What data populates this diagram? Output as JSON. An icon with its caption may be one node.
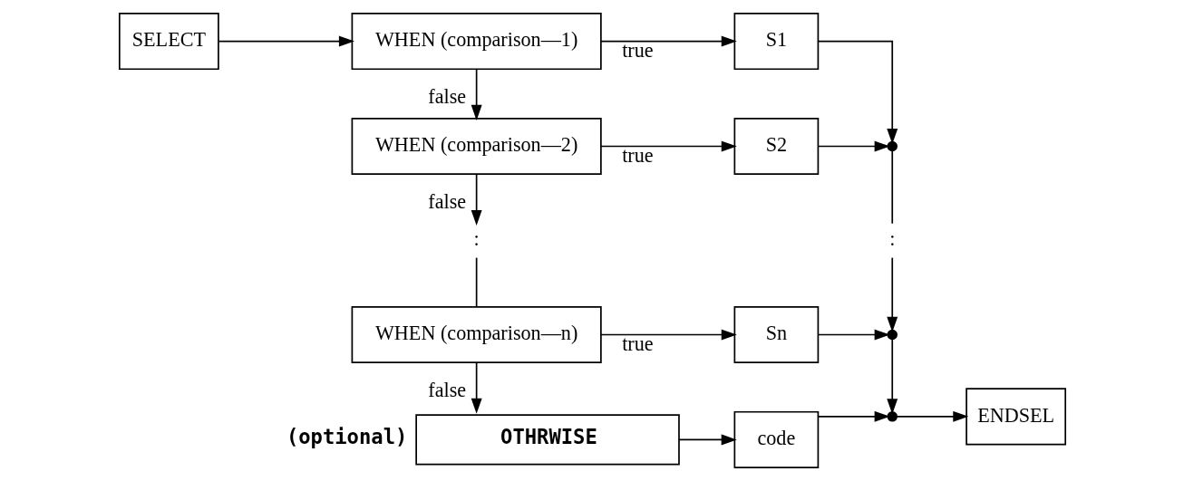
{
  "diagram": {
    "nodes": [
      {
        "text": [
          "SELECT"
        ]
      },
      {
        "text": [
          "WHEN (comparison—1)"
        ]
      },
      {
        "text": [
          "S1"
        ]
      },
      {
        "text": [
          "WHEN (comparison—2)"
        ]
      },
      {
        "text": [
          "S2"
        ]
      },
      {
        "text": [],
        "shape": "circle"
      },
      {
        "text": [
          ":"
        ]
      },
      {
        "text": [
          "WHEN (comparison—n)"
        ]
      },
      {
        "text": [
          "Sn"
        ]
      },
      {
        "text": [
          ":"
        ]
      },
      {
        "text": [],
        "shape": "circle"
      },
      {
        "text": [
          "OTHRWISE"
        ],
        "beside": [
          "(optional)"
        ]
      },
      {
        "text": [
          "code"
        ]
      },
      {
        "text": [],
        "shape": "circle"
      },
      {
        "text": [
          "ENDSEL"
        ]
      }
    ],
    "edges": [
      {
        "from": 0,
        "to": 1,
        "arrow": "to"
      },
      {
        "from": 1,
        "to": 2,
        "arrow": "to",
        "label": "true"
      },
      {
        "from": 2,
        "to": 5,
        "arrow": "to"
      },
      {
        "from": 1,
        "to": 3,
        "arrow": "to",
        "label": "false"
      },
      {
        "from": 3,
        "to": 4,
        "arrow": "to",
        "label": "true"
      },
      {
        "from": 4,
        "to": 5,
        "arrow": "to"
      },
      {
        "from": 3,
        "to": 6,
        "arrow": "to",
        "label": "false"
      },
      {
        "from": 6,
        "to": 7,
        "arrow": "none"
      },
      {
        "from": 5,
        "to": 9,
        "arrow": "none"
      },
      {
        "from": 9,
        "to": 10,
        "arrow": "to"
      },
      {
        "from": 7,
        "to": 8,
        "arrow": "to",
        "label": "true"
      },
      {
        "from": 8,
        "to": 10,
        "arrow": "to"
      },
      {
        "from": 7,
        "to": 11,
        "arrow": "to",
        "label": "false"
      },
      {
        "from": 11,
        "to": 12,
        "arrow": "to"
      },
      {
        "from": 12,
        "to": 13,
        "arrow": "to"
      },
      {
        "from": 10,
        "to": 13,
        "arrow": "to"
      },
      {
        "from": 13,
        "to": 14,
        "arrow": "to"
      }
    ]
  }
}
